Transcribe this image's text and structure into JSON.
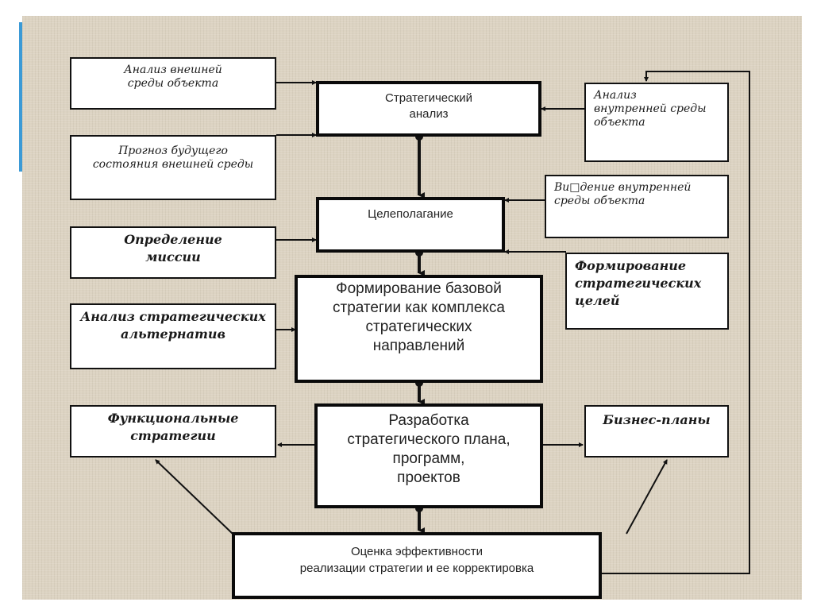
{
  "diagram": {
    "type": "flowchart",
    "language": "ru",
    "colors": {
      "background": "#dcd3c2",
      "accent_edge": "#3b9ad6",
      "box_fill": "#ffffff",
      "stroke": "#111111"
    },
    "nodes": {
      "external_analysis": {
        "lines": [
          "Анализ внешней",
          "среды  объекта"
        ]
      },
      "external_forecast": {
        "lines": [
          "Прогноз будущего",
          "состояния внешней  среды"
        ]
      },
      "strategic_analysis": {
        "lines": [
          "Стратегический",
          "анализ"
        ]
      },
      "internal_analysis": {
        "lines": [
          "Анализ",
          "внутренней  среды",
          "объекта"
        ]
      },
      "goal_setting": {
        "lines": [
          "Целеполагание"
        ]
      },
      "internal_vision": {
        "lines": [
          "Ви□дение  внутренней",
          "среды объекта"
        ]
      },
      "mission_definition": {
        "lines": [
          "Определение",
          "миссии"
        ]
      },
      "strategic_goals_formation": {
        "lines": [
          "Формирование",
          "стратегических",
          "целей"
        ]
      },
      "base_strategy_formation": {
        "lines": [
          "Формирование базовой",
          "стратегии как комплекса",
          "стратегических",
          "направлений"
        ]
      },
      "strategic_alternatives_analysis": {
        "lines": [
          "Анализ стратегических",
          "альтернатив"
        ]
      },
      "functional_strategies": {
        "lines": [
          "Функциональные",
          "стратегии"
        ]
      },
      "strategic_plan_development": {
        "lines": [
          "Разработка",
          "стратегического плана,",
          "программ,",
          "проектов"
        ]
      },
      "business_plans": {
        "lines": [
          "Бизнес-планы"
        ]
      },
      "evaluation_correction": {
        "lines": [
          "Оценка эффективности",
          "реализации стратегии  и ее  корректировка"
        ]
      }
    },
    "edges": [
      {
        "from": "external_analysis",
        "to": "strategic_analysis"
      },
      {
        "from": "external_forecast",
        "to": "strategic_analysis"
      },
      {
        "from": "internal_analysis",
        "to": "strategic_analysis"
      },
      {
        "from": "strategic_analysis",
        "to": "goal_setting"
      },
      {
        "from": "internal_vision",
        "to": "goal_setting"
      },
      {
        "from": "mission_definition",
        "to": "goal_setting"
      },
      {
        "from": "strategic_goals_formation",
        "to": "goal_setting"
      },
      {
        "from": "goal_setting",
        "to": "base_strategy_formation"
      },
      {
        "from": "strategic_alternatives_analysis",
        "to": "base_strategy_formation"
      },
      {
        "from": "base_strategy_formation",
        "to": "strategic_plan_development"
      },
      {
        "from": "strategic_plan_development",
        "to": "functional_strategies"
      },
      {
        "from": "strategic_plan_development",
        "to": "business_plans"
      },
      {
        "from": "strategic_plan_development",
        "to": "evaluation_correction"
      },
      {
        "from": "evaluation_correction",
        "to": "functional_strategies"
      },
      {
        "from": "evaluation_correction",
        "to": "business_plans"
      },
      {
        "from": "evaluation_correction",
        "to": "internal_analysis",
        "kind": "feedback-loop"
      }
    ]
  }
}
